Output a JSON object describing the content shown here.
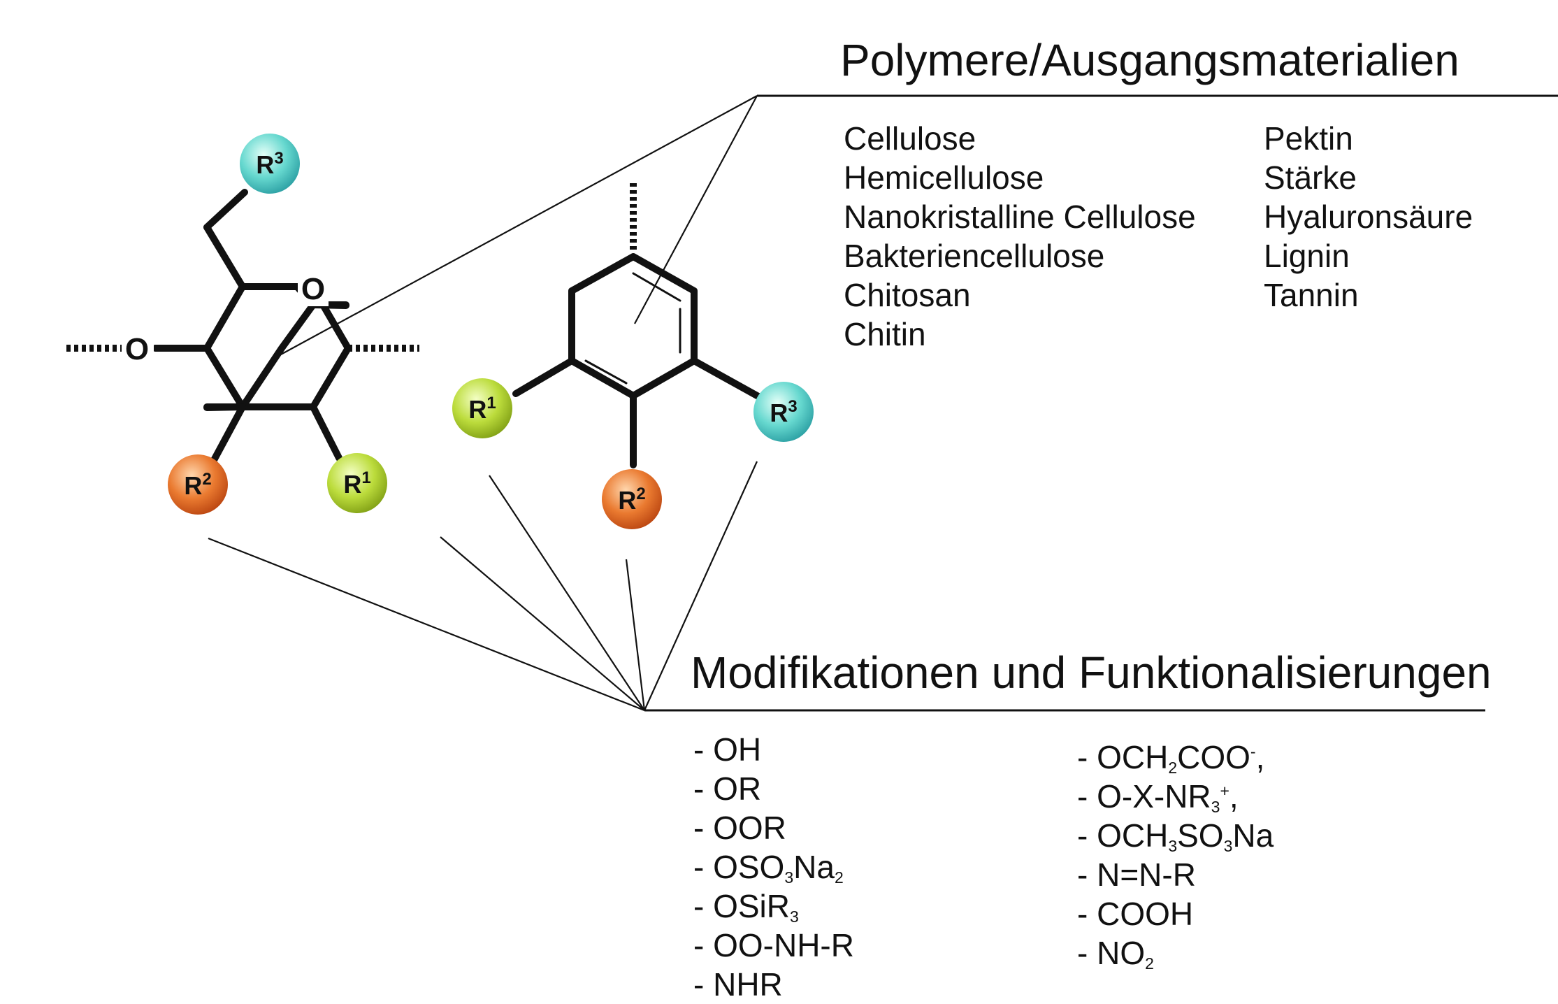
{
  "polymers": {
    "heading": "Polymere/Ausgangsmaterialien",
    "col1": [
      "Cellulose",
      "Hemicellulose",
      "Nanokristalline Cellulose",
      "Bakteriencellulose",
      "Chitosan",
      "Chitin"
    ],
    "col2": [
      "Pektin",
      "Stärke",
      "Hyaluronsäure",
      "Lignin",
      "Tannin"
    ]
  },
  "modifications": {
    "heading": "Modifikationen und Funktionalisierungen",
    "col1": [
      "- OH",
      "- OR",
      "- OOR",
      "- OSO<sub>3</sub>Na<sub>2</sub>",
      "- OSiR<sub>3</sub>",
      "- OO-NH-R",
      "- NHR"
    ],
    "col2": [
      "- OCH<sub>2</sub>COO<sup>-</sup>,",
      "- O-X-NR<sub>3</sub><sup>+</sup>,",
      "- OCH<sub>3</sub>SO<sub>3</sub>Na",
      "- N=N-R",
      "- COOH",
      "- NO<sub>2</sub>"
    ]
  },
  "structure_labels": {
    "ring_oxygen": "O",
    "glycosidic_oxygen": "O",
    "r1": "R1",
    "r2": "R2",
    "r3": "R3"
  },
  "bead_colors": {
    "r1": "#b8d93a",
    "r2": "#e8742a",
    "r3": "#5fd6cc"
  }
}
